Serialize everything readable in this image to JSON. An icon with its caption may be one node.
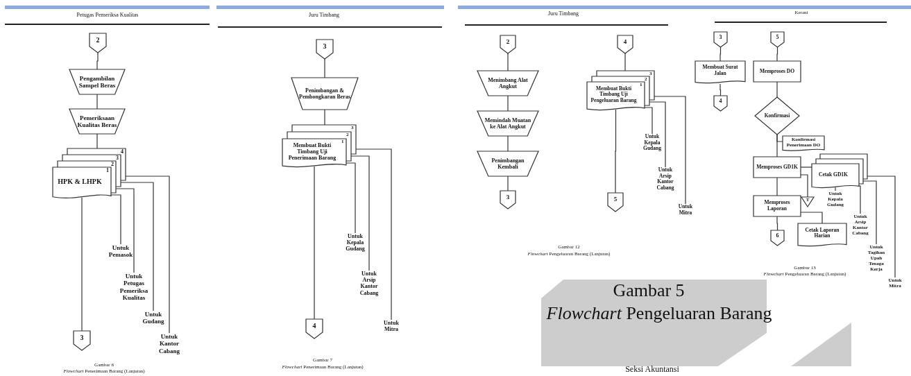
{
  "diagram": {
    "nodes": [
      {
        "text": [
          "2"
        ]
      },
      {
        "text": [
          "Pengambilan Sampel Beras"
        ]
      },
      {
        "text": [
          "Pemeriksaan Kualitas Beras"
        ]
      },
      {
        "text": [
          "HPK & LHPK",
          "1",
          "2",
          "3",
          "4"
        ]
      },
      {
        "text": [
          "Untuk Pemasok"
        ]
      },
      {
        "text": [
          "Untuk Petugas Pemeriksa Kualitas"
        ]
      },
      {
        "text": [
          "Untuk Gudang"
        ]
      },
      {
        "text": [
          "Untuk Kantor Cabang"
        ]
      },
      {
        "text": [
          "3"
        ]
      },
      {
        "text": [
          "3"
        ]
      },
      {
        "text": [
          "Penimbangan & Pembongkaran Beras"
        ]
      },
      {
        "text": [
          "Membuat Bukti Timbang Uji Penerimaan Barang",
          "1",
          "2",
          "3"
        ]
      },
      {
        "text": [
          "Untuk Kepala Gudang"
        ]
      },
      {
        "text": [
          "Untuk Arsip Kantor Cabang"
        ]
      },
      {
        "text": [
          "Untuk Mitra"
        ]
      },
      {
        "text": [
          "4"
        ]
      },
      {
        "text": [
          "2"
        ]
      },
      {
        "text": [
          "Menimbang Alat Angkut"
        ]
      },
      {
        "text": [
          "Memindah Muatan ke Alat Angkut"
        ]
      },
      {
        "text": [
          "Penimbangan Kembali"
        ]
      },
      {
        "text": [
          "3"
        ]
      },
      {
        "text": [
          "4"
        ]
      },
      {
        "text": [
          "Membuat Bukti Timbang Uji Pengeluaran Barang",
          "1",
          "2",
          "3"
        ]
      },
      {
        "text": [
          "Untuk Kepala Gudang"
        ]
      },
      {
        "text": [
          "Untuk Arsip Kantor Cabang"
        ]
      },
      {
        "text": [
          "Untuk Mitra"
        ]
      },
      {
        "text": [
          "5"
        ]
      },
      {
        "text": [
          "3"
        ]
      },
      {
        "text": [
          "Membuat Surat Jalan"
        ]
      },
      {
        "text": [
          "4"
        ]
      },
      {
        "text": [
          "5"
        ]
      },
      {
        "text": [
          "Memproses DO"
        ]
      },
      {
        "text": [
          "Konfirmasi"
        ]
      },
      {
        "text": [
          "Konfirmasi Penerimaan DO"
        ]
      },
      {
        "text": [
          "Memproses GD1K"
        ]
      },
      {
        "text": [
          "Cetak GD1K"
        ]
      },
      {
        "text": [
          "T"
        ]
      },
      {
        "text": [
          "Memproses Laporan"
        ]
      },
      {
        "text": [
          "6"
        ]
      },
      {
        "text": [
          "Cetak Laporan Harian"
        ]
      },
      {
        "text": [
          "Untuk Kepala Gudang"
        ]
      },
      {
        "text": [
          "Untuk Arsip Kantor Cabang"
        ]
      },
      {
        "text": [
          "Untuk Tagihan Upah Tenaga Kerja"
        ]
      },
      {
        "text": [
          "Untuk Mitra"
        ]
      }
    ],
    "edges": [
      {
        "from": 0,
        "to": 1,
        "arrow": "none"
      },
      {
        "from": 1,
        "to": 2,
        "arrow": "none"
      },
      {
        "from": 2,
        "to": 3,
        "arrow": "none"
      },
      {
        "from": 3,
        "to": 4,
        "arrow": "none"
      },
      {
        "from": 3,
        "to": 5,
        "arrow": "none"
      },
      {
        "from": 3,
        "to": 6,
        "arrow": "none"
      },
      {
        "from": 3,
        "to": 7,
        "arrow": "none"
      },
      {
        "from": 3,
        "to": 8,
        "arrow": "none"
      },
      {
        "from": 9,
        "to": 10,
        "arrow": "none"
      },
      {
        "from": 10,
        "to": 11,
        "arrow": "none"
      },
      {
        "from": 11,
        "to": 12,
        "arrow": "none"
      },
      {
        "from": 11,
        "to": 13,
        "arrow": "none"
      },
      {
        "from": 11,
        "to": 14,
        "arrow": "none"
      },
      {
        "from": 11,
        "to": 15,
        "arrow": "none"
      },
      {
        "from": 16,
        "to": 17,
        "arrow": "none"
      },
      {
        "from": 17,
        "to": 18,
        "arrow": "none"
      },
      {
        "from": 18,
        "to": 19,
        "arrow": "none"
      },
      {
        "from": 19,
        "to": 20,
        "arrow": "none"
      },
      {
        "from": 21,
        "to": 22,
        "arrow": "none"
      },
      {
        "from": 22,
        "to": 23,
        "arrow": "none"
      },
      {
        "from": 22,
        "to": 24,
        "arrow": "none"
      },
      {
        "from": 22,
        "to": 25,
        "arrow": "none"
      },
      {
        "from": 22,
        "to": 26,
        "arrow": "none"
      },
      {
        "from": 27,
        "to": 28,
        "arrow": "none"
      },
      {
        "from": 28,
        "to": 29,
        "arrow": "none"
      },
      {
        "from": 30,
        "to": 31,
        "arrow": "none"
      },
      {
        "from": 31,
        "to": 32,
        "arrow": "none"
      },
      {
        "from": 32,
        "to": 33,
        "arrow": "none"
      },
      {
        "from": 32,
        "to": 34,
        "arrow": "none"
      },
      {
        "from": 34,
        "to": 35,
        "arrow": "none"
      },
      {
        "from": 34,
        "to": 36,
        "arrow": "none"
      },
      {
        "from": 34,
        "to": 37,
        "arrow": "none"
      },
      {
        "from": 37,
        "to": 38,
        "arrow": "none"
      },
      {
        "from": 37,
        "to": 39,
        "arrow": "none"
      },
      {
        "from": 35,
        "to": 40,
        "arrow": "none"
      },
      {
        "from": 35,
        "to": 41,
        "arrow": "none"
      },
      {
        "from": 35,
        "to": 42,
        "arrow": "none"
      },
      {
        "from": 35,
        "to": 43,
        "arrow": "none"
      }
    ],
    "labels": [
      "Petugas Pemeriksa Kualitas",
      "Juru Timbang",
      "Juru Timbang",
      "Kerani",
      "Gambar 12",
      "*Flowchart* Pengeluaran Barang (Lanjutan)",
      "Gambar 13",
      "*Flowchart* Pengeluaran Barang (Lanjutan)",
      "Gambar 5",
      "*Flowchart* Pengeluaran Barang",
      "Gambar 6",
      "*Flowchart* Penerimaan Barang (Lanjutan)",
      "Gambar 7",
      "*Flowchart* Penerimaan Barang (Lanjutan)",
      "Seksi Akuntansi"
    ]
  }
}
